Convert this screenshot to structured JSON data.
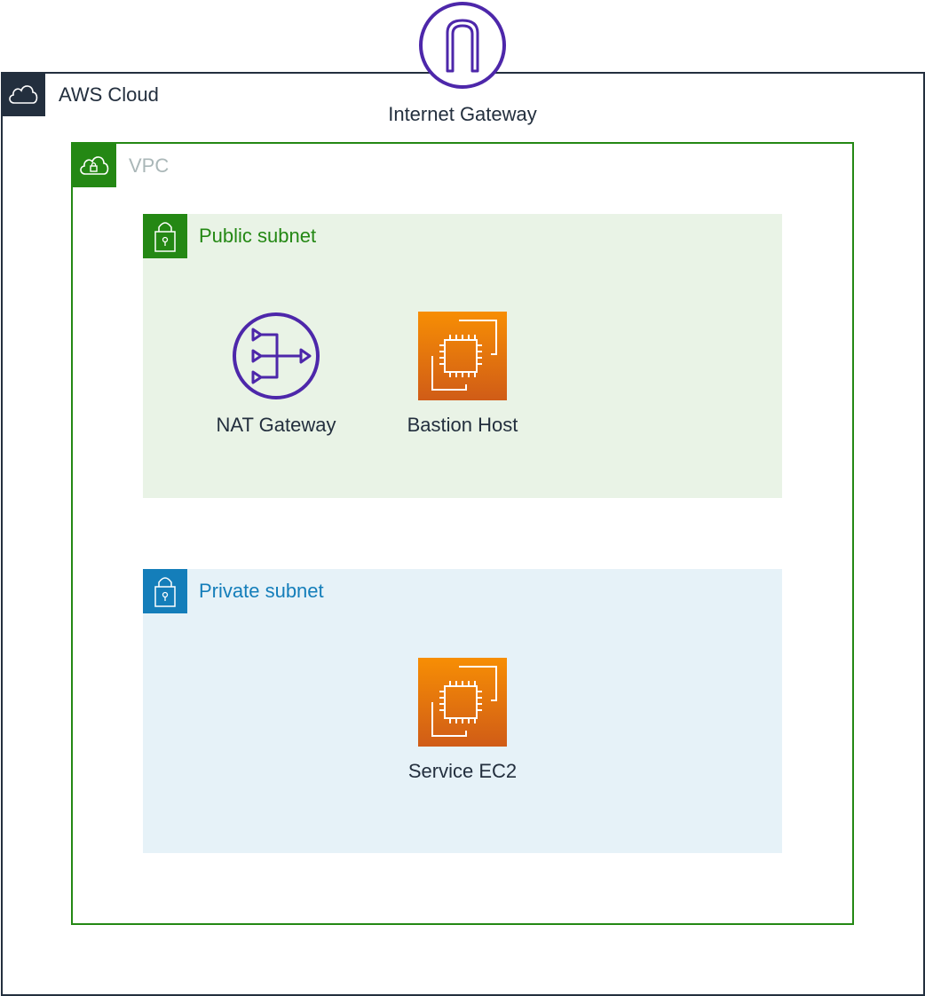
{
  "colors": {
    "aws_cloud": "#232F3E",
    "vpc": "#248814",
    "vpc_label": "#AAB7B8",
    "public_subnet_bg": "#E9F3E6",
    "private_subnet_bg": "#E6F2F8",
    "private_subnet": "#147EBA",
    "network_icon": "#4D27AA",
    "ec2_top": "#F78E04",
    "ec2_bottom": "#D05C17"
  },
  "aws_cloud": {
    "label": "AWS Cloud",
    "icon": "cloud-icon"
  },
  "vpc": {
    "label": "VPC",
    "icon": "cloud-lock-icon"
  },
  "public_subnet": {
    "label": "Public subnet",
    "icon": "lock-icon"
  },
  "private_subnet": {
    "label": "Private subnet",
    "icon": "lock-icon"
  },
  "nodes": {
    "internet_gateway": {
      "label": "Internet Gateway",
      "icon": "internet-gateway-icon"
    },
    "nat_gateway": {
      "label": "NAT Gateway",
      "icon": "nat-gateway-icon"
    },
    "bastion_host": {
      "label": "Bastion Host",
      "icon": "ec2-icon"
    },
    "service_ec2": {
      "label": "Service EC2",
      "icon": "ec2-icon"
    }
  }
}
